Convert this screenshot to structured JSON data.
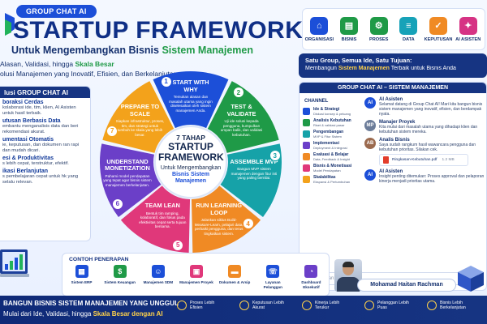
{
  "header": {
    "badge": "GROUP CHAT AI",
    "title": "STARTUP FRAMEWORK",
    "subtitle_main": "Untuk Mengembangkan Bisnis",
    "subtitle_accent": "Sistem Manajemen",
    "tagline_prefix": "Alasan, Validasi, hingga",
    "tagline_accent": "Skala Besar",
    "tagline2": "olusi Manajemen yang Inovatif, Efisien, dan Berkelanjutan"
  },
  "top_icons": [
    {
      "label": "ORGANISASI",
      "icon": "organization-icon",
      "color": "#1c4fd8",
      "glyph": "⌂"
    },
    {
      "label": "BISNIS",
      "icon": "business-icon",
      "color": "#1f9a47",
      "glyph": "▤"
    },
    {
      "label": "PROSES",
      "icon": "process-icon",
      "color": "#1f9a47",
      "glyph": "⚙"
    },
    {
      "label": "DATA",
      "icon": "data-icon",
      "color": "#17a2b8",
      "glyph": "≡"
    },
    {
      "label": "KEPUTUSAN",
      "icon": "decision-icon",
      "color": "#f08a24",
      "glyph": "✓"
    },
    {
      "label": "AI ASISTEN",
      "icon": "ai-assistant-icon",
      "color": "#d63384",
      "glyph": "✦"
    }
  ],
  "group_tagline": {
    "line1": "Satu Group, Semua Ide, Satu Tujuan:",
    "line2_prefix": "Membangun",
    "line2_accent": "Sistem Manajemen",
    "line2_suffix": "Terbaik untuk Bisnis Anda"
  },
  "left_panel": {
    "title": "lusi GROUP CHAT AI",
    "items": [
      {
        "title": "boraksi Cerdas",
        "desc": "kolaborasi ide, tim, klien, AI Asisten untuk hasil terbaik."
      },
      {
        "title": "utusan Berbasis Data",
        "desc": "embantu menganalisis data dan beri rekomendasi akurat."
      },
      {
        "title": "umentasi Otomatis",
        "desc": "ie, keputusan, dan dokumen ran rapi dan mudah dicari."
      },
      {
        "title": "esi & Produktivitas",
        "desc": "s lebih cepat, terstruktur, efektif."
      },
      {
        "title": "ikasi Berlanjutan",
        "desc": "s pembelajaran cepat untuk hk yang selalu relevan."
      }
    ]
  },
  "wheel": {
    "center_top": "7 TAHAP",
    "center_main": "STARTUP FRAMEWORK",
    "center_sub": "Untuk Mengembangkan",
    "center_accent": "Bisnis Sistem Manajemen",
    "steps": [
      {
        "num": "1",
        "title": "START WITH WHY",
        "desc": "Temukan alasan dan masalah utama yang ingin diselesaikan oleh sistem manajemen Anda.",
        "color": "#1c4fd8"
      },
      {
        "num": "2",
        "title": "TEST & VALIDATE",
        "desc": "Uji ide solusi kepada pengguna, kumpulkan umpan balik, dan validasi kebutuhan.",
        "color": "#1f9a47"
      },
      {
        "num": "3",
        "title": "ASSEMBLE MVP",
        "desc": "Bangun MVP sistem manajemen dengan fitur inti yang paling bernilai.",
        "color": "#16a2a8"
      },
      {
        "num": "4",
        "title": "RUN LEARNING LOOP",
        "desc": "Jalankan siklus Build-Measure-Learn, pelajari data, perbaiki pengguna, dan terus tingkatkan sistem.",
        "color": "#f08a24"
      },
      {
        "num": "5",
        "title": "TEAM LEAN",
        "desc": "Bentuk tim ramping, kolaboratif, dan fokus pada efektivitas cepat serta tujuan bersama.",
        "color": "#e0387a"
      },
      {
        "num": "6",
        "title": "UNDERSTAND MONETIZATION",
        "desc": "Pahami model pendapatan yang tepat agar bisnis sistem manajemen berkelanjutan.",
        "color": "#6b3fc8"
      },
      {
        "num": "7",
        "title": "PREPARE TO SCALE",
        "desc": "Siapkan infrastruktur, proses, tim, dan strategi untuk tumbuh ke skala yang lebih besar.",
        "color": "#f3a21b"
      }
    ]
  },
  "right_panel": {
    "title": "GROUP CHAT AI – SISTEM MANAJEMEN",
    "channel_title": "CHANNEL",
    "channels": [
      {
        "name": "Ide & Strategi",
        "sub": "Diskusi konsep & peluang",
        "color": "#1c4fd8"
      },
      {
        "name": "Analisis Kebutuhan",
        "sub": "Riset & validasi pasar",
        "color": "#1f9a47"
      },
      {
        "name": "Pengembangan",
        "sub": "MVP & Fitur Sistem",
        "color": "#16a2a8"
      },
      {
        "name": "Implementasi",
        "sub": "Deployment & Integrasi",
        "color": "#6b3fc8"
      },
      {
        "name": "Evaluasi & Belajar",
        "sub": "Data, Feedback & Insight",
        "color": "#f08a24"
      },
      {
        "name": "Bisnis & Monetisasi",
        "sub": "Model Pendapatan",
        "color": "#e0387a"
      },
      {
        "name": "Skalabilitas",
        "sub": "Ekspansi & Pertumbuhan",
        "color": "#f3a21b"
      }
    ],
    "messages": [
      {
        "name": "AI Asisten",
        "text": "Selamat datang di Group Chat AI! Mari kita bangun bisnis sistem manajemen yang inovatif, efisien, dan berdampak nyata.",
        "avatar": "AI",
        "color": "#1c4fd8"
      },
      {
        "name": "Manajer Proyek",
        "text": "Kita mulai dari masalah utama yang dihadapi klien dan kebutuhan sistem mereka.",
        "avatar": "MP",
        "color": "#6b7c99"
      },
      {
        "name": "Analis Bisnis",
        "text": "Saya sudah rangkum hasil wawancara pengguna dan kebutuhan prioritas. Silakan cek.",
        "avatar": "AB",
        "color": "#9b6a4e"
      },
      {
        "name": "AI Asisten",
        "text": "Insight penting ditemukan: Proses approval dan pelaporan kinerja menjadi prioritas utama.",
        "avatar": "AI",
        "color": "#1c4fd8"
      }
    ],
    "file_name": "Ringkasan-Kebutuhan.pdf",
    "file_size": "1.2 MB",
    "composer_placeholder": "Ketik pesan..."
  },
  "examples": {
    "title": "CONTOH PENERAPAN",
    "items": [
      {
        "label": "Sistem ERP",
        "icon": "erp-icon",
        "color": "#1c4fd8",
        "glyph": "▦"
      },
      {
        "label": "Sistem Keuangan",
        "icon": "finance-icon",
        "color": "#1f9a47",
        "glyph": "$"
      },
      {
        "label": "Manajemen SDM",
        "icon": "hr-icon",
        "color": "#1c4fd8",
        "glyph": "☺"
      },
      {
        "label": "Manajemen Proyek",
        "icon": "project-icon",
        "color": "#e0387a",
        "glyph": "▣"
      },
      {
        "label": "Dokumen & Arsip",
        "icon": "document-icon",
        "color": "#f08a24",
        "glyph": "▬"
      },
      {
        "label": "Layanan Pelanggan",
        "icon": "support-icon",
        "color": "#1c4fd8",
        "glyph": "☏"
      },
      {
        "label": "Dashboard Eksekutif",
        "icon": "dashboard-icon",
        "color": "#6b3fc8",
        "glyph": "◔"
      }
    ]
  },
  "person_name": "Mohamad Haitan Rachman",
  "footer": {
    "line1": "BANGUN BISNIS SISTEM MANAJEMEN YANG UNGGUL",
    "line2_prefix": "Mulai dari Ide, Validasi, hingga",
    "line2_accent": "Skala Besar dengan AI",
    "benefits": [
      {
        "l1": "Proses Lebih",
        "l2": "Efisien"
      },
      {
        "l1": "Keputusan Lebih",
        "l2": "Akurat"
      },
      {
        "l1": "Kinerja Lebih",
        "l2": "Terukur"
      },
      {
        "l1": "Pelanggan Lebih",
        "l2": "Puas"
      },
      {
        "l1": "Bisnis Lebih",
        "l2": "Berkelanjutan"
      }
    ]
  }
}
